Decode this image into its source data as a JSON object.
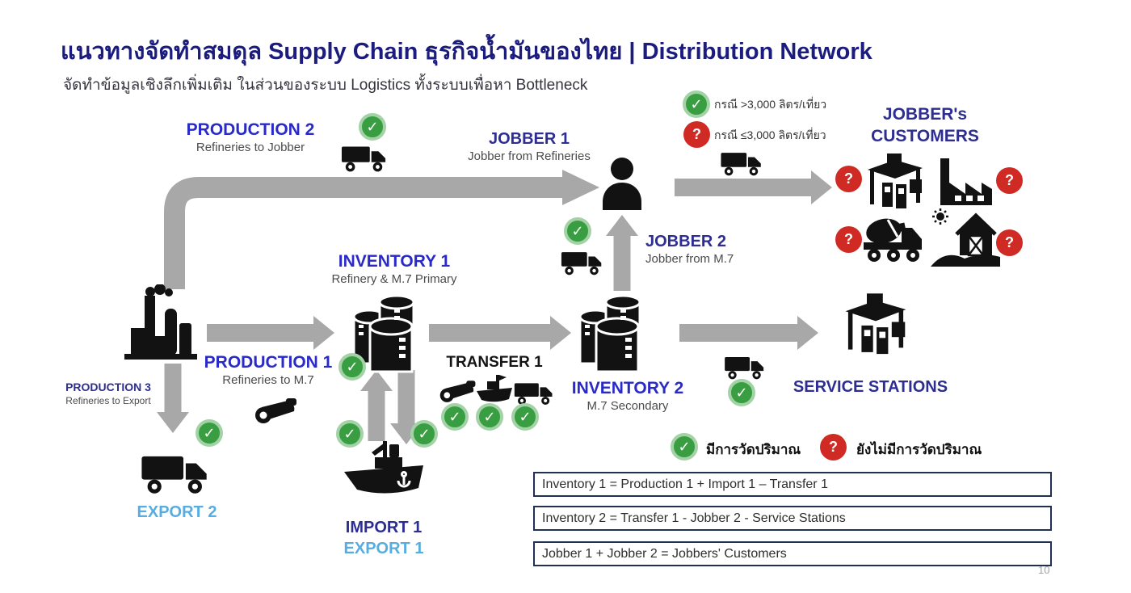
{
  "slide": {
    "title": "แนวทางจัดทำสมดุล Supply Chain ธุรกิจน้ำมันของไทย | Distribution Network",
    "subtitle": "จัดทำข้อมูลเชิงลึกเพิ่มเติม ในส่วนของระบบ Logistics ทั้งระบบเพื่อหา Bottleneck",
    "page_number": "10"
  },
  "icons": {
    "check": "✓",
    "question": "?"
  },
  "colors": {
    "title_navy": "#1b1c7e",
    "label_blue": "#2a2ac8",
    "label_navy": "#2d2d92",
    "label_lightblue": "#58ade0",
    "check_green": "#389e41",
    "question_red": "#cf2b24",
    "arrow_gray": "#a8a8a8"
  },
  "legend_top": {
    "measured_case": "กรณี >3,000 ลิตร/เที่ยว",
    "unmeasured_case": "กรณี ≤3,000 ลิตร/เที่ยว"
  },
  "legend_bottom": {
    "measured": "มีการวัดปริมาณ",
    "unmeasured": "ยังไม่มีการวัดปริมาณ"
  },
  "nodes": {
    "production2": {
      "title": "PRODUCTION 2",
      "subtitle": "Refineries to Jobber"
    },
    "jobber1": {
      "title": "JOBBER 1",
      "subtitle": "Jobber from Refineries"
    },
    "jobbers_customers": {
      "line1": "JOBBER's",
      "line2": "CUSTOMERS"
    },
    "inventory1": {
      "title": "INVENTORY 1",
      "subtitle": "Refinery & M.7 Primary"
    },
    "production1": {
      "title": "PRODUCTION 1",
      "subtitle": "Refineries to M.7"
    },
    "transfer1": {
      "title": "TRANSFER 1"
    },
    "jobber2": {
      "title": "JOBBER 2",
      "subtitle": "Jobber from M.7"
    },
    "inventory2": {
      "title": "INVENTORY 2",
      "subtitle": "M.7 Secondary"
    },
    "service_stations": {
      "title": "SERVICE STATIONS"
    },
    "production3": {
      "title": "PRODUCTION 3",
      "subtitle": "Refineries to Export"
    },
    "export2": {
      "title": "EXPORT 2"
    },
    "import1": {
      "title": "IMPORT 1"
    },
    "export1": {
      "title": "EXPORT 1"
    }
  },
  "formulas": [
    "Inventory 1 = Production 1 + Import 1 – Transfer 1",
    "Inventory 2 = Transfer 1 - Jobber 2 - Service Stations",
    "Jobber 1 + Jobber 2 = Jobbers' Customers"
  ]
}
